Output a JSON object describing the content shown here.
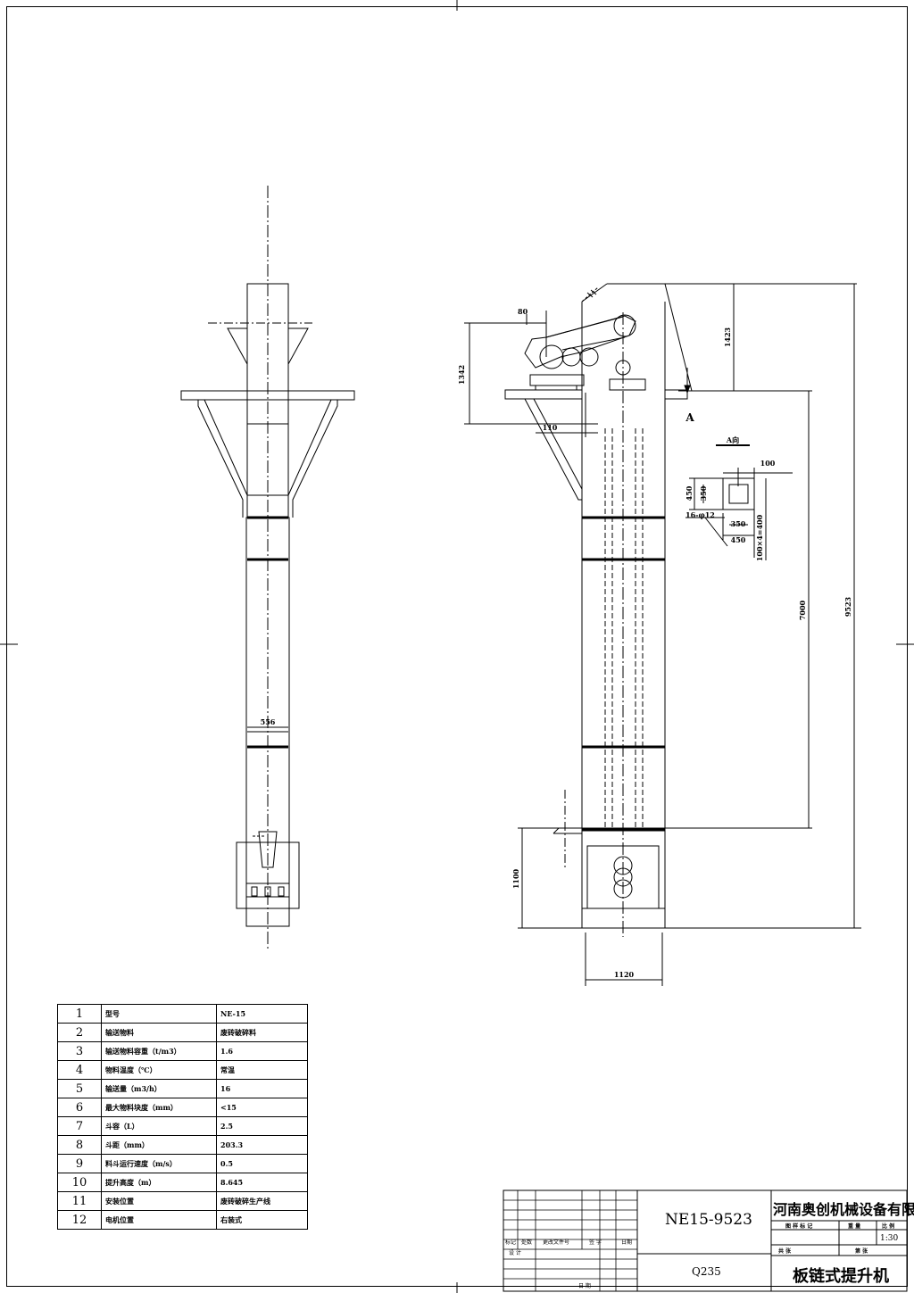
{
  "dimensions": {
    "width_556": "556",
    "d80": "80",
    "d1342": "1342",
    "d110": "110",
    "d1423": "1423",
    "d9523": "9523",
    "d7000": "7000",
    "d1100": "1100",
    "d1120": "1120",
    "view_A": "A",
    "view_A_title": "A向",
    "d100": "100",
    "d450v": "450",
    "d350v": "350",
    "holes": "16-φ12",
    "d350h": "350",
    "d450h": "450",
    "pitch": "100×4=400"
  },
  "params": [
    {
      "no": "1",
      "name": "型号",
      "value": "NE-15"
    },
    {
      "no": "2",
      "name": "输送物料",
      "value": "废砖破碎料"
    },
    {
      "no": "3",
      "name": "输送物料容重（t/m3）",
      "value": "1.6"
    },
    {
      "no": "4",
      "name": "物料温度（℃）",
      "value": "常温"
    },
    {
      "no": "5",
      "name": "输送量（m3/h）",
      "value": "16"
    },
    {
      "no": "6",
      "name": "最大物料块度（mm）",
      "value": "<15"
    },
    {
      "no": "7",
      "name": "斗容（L）",
      "value": "2.5"
    },
    {
      "no": "8",
      "name": "斗距（mm）",
      "value": "203.3"
    },
    {
      "no": "9",
      "name": "料斗运行速度（m/s）",
      "value": "0.5"
    },
    {
      "no": "10",
      "name": "提升高度（m）",
      "value": "8.645"
    },
    {
      "no": "11",
      "name": "安装位置",
      "value": "废砖破碎生产线"
    },
    {
      "no": "12",
      "name": "电机位置",
      "value": "右装式"
    }
  ],
  "title_block": {
    "drawing_no": "NE15-9523",
    "material": "Q235",
    "company": "河南奥创机械设备有限公司",
    "drawing_name": "板链式提升机",
    "scale": "1:30",
    "h_mark": "标记",
    "h_count": "处数",
    "h_doc": "更改文件号",
    "h_sign": "签 字",
    "h_date": "日期",
    "h_design": "设 计",
    "h_date2": "日 期",
    "h_stage": "图 样 标 记",
    "h_weight": "重 量",
    "h_scale": "比 例",
    "h_total": "共 张",
    "h_sheet": "第 张"
  }
}
